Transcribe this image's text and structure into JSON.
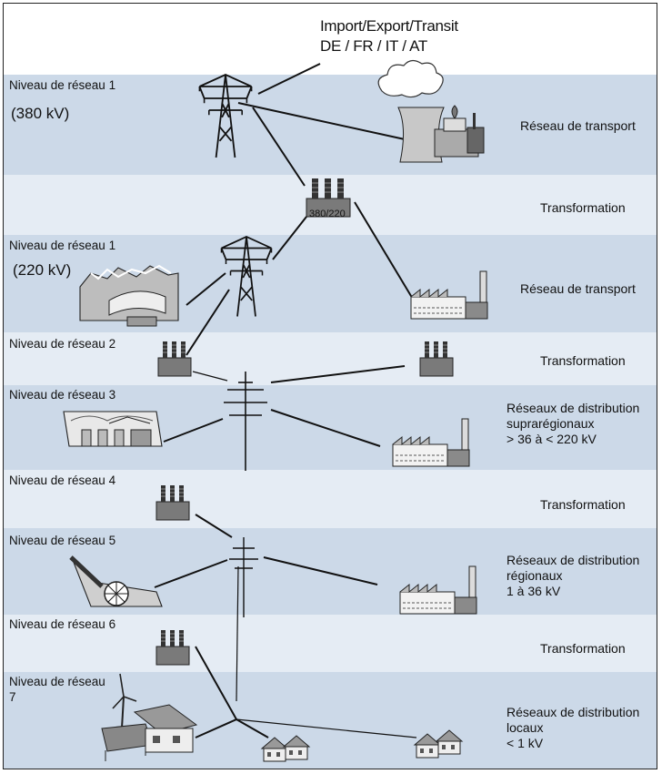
{
  "header": {
    "line1": "Import/Export/Transit",
    "line2": "DE / FR / IT / AT"
  },
  "levels": [
    {
      "label": "Niveau de réseau 1",
      "voltage": "(380 kV)"
    },
    {
      "label": "Niveau de réseau 1",
      "voltage": "(220 kV)"
    },
    {
      "label": "Niveau de réseau 2"
    },
    {
      "label": "Niveau de réseau 3"
    },
    {
      "label": "Niveau de réseau 4"
    },
    {
      "label": "Niveau de réseau 5"
    },
    {
      "label": "Niveau de réseau 6"
    },
    {
      "label": "Niveau de réseau",
      "label2": "7"
    }
  ],
  "right_labels": {
    "transport1": "Réseau de transport",
    "transformation1": "Transformation",
    "transport2": "Réseau de transport",
    "transformation2": "Transformation",
    "distribution_supra": [
      "Réseaux de distribution",
      "suprarégionaux",
      "> 36 à <  220 kV"
    ],
    "transformation3": "Transformation",
    "distribution_regional": [
      "Réseaux de distribution",
      "régionaux",
      "1 à 36 kV"
    ],
    "transformation4": "Transformation",
    "distribution_local": [
      "Réseaux de distribution",
      "locaux",
      "< 1 kV"
    ]
  },
  "transformer_label": "380/220",
  "colors": {
    "band_dark": "#ccd9e8",
    "band_light": "#e5ecf4",
    "line": "#111111"
  }
}
